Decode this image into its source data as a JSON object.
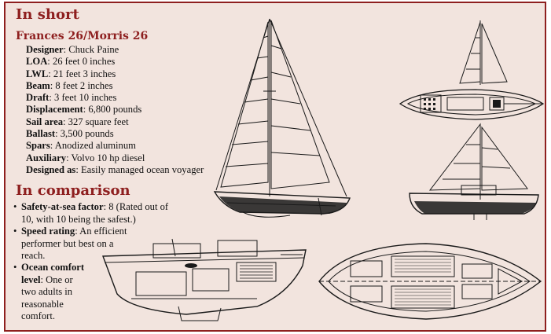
{
  "header": {
    "title": "In short",
    "subtitle": "Frances 26/Morris 26"
  },
  "specs": [
    {
      "label": "Designer",
      "value": ": Chuck Paine"
    },
    {
      "label": "LOA",
      "value": ": 26 feet 0 inches"
    },
    {
      "label": "LWL",
      "value": ": 21 feet 3 inches"
    },
    {
      "label": "Beam",
      "value": ": 8 feet 2 inches"
    },
    {
      "label": "Draft",
      "value": ": 3 feet 10 inches"
    },
    {
      "label": "Displacement",
      "value": ": 6,800 pounds"
    },
    {
      "label": "Sail area",
      "value": ": 327 square feet"
    },
    {
      "label": "Ballast",
      "value": ": 3,500 pounds"
    },
    {
      "label": "Spars",
      "value": ": Anodized aluminum"
    },
    {
      "label": "Auxiliary",
      "value": ": Volvo 10 hp diesel"
    },
    {
      "label": "Designed as",
      "value": ": Easily managed ocean voyager"
    }
  ],
  "comparison": {
    "title": "In comparison",
    "bullet": "•",
    "items": [
      {
        "label": "Safety-at-sea factor",
        "lines": [
          ": 8 (Rated out of",
          "10, with 10 being the safest.)"
        ]
      },
      {
        "label": "Speed rating",
        "lines": [
          ": An efficient",
          "performer but best on a",
          "reach."
        ]
      },
      {
        "label_lines": [
          "Ocean comfort",
          "level"
        ],
        "lines": [
          ": One or",
          "two adults in",
          "reasonable",
          "comfort."
        ]
      }
    ]
  },
  "colors": {
    "accent": "#8e1f1f",
    "panel_bg": "#f2e4de",
    "ink": "#1a1a1a"
  },
  "drawings": [
    "sail-plan-drawing",
    "deck-plan-drawing",
    "profile-drawing",
    "interior-profile-drawing",
    "accommodation-plan-drawing"
  ]
}
